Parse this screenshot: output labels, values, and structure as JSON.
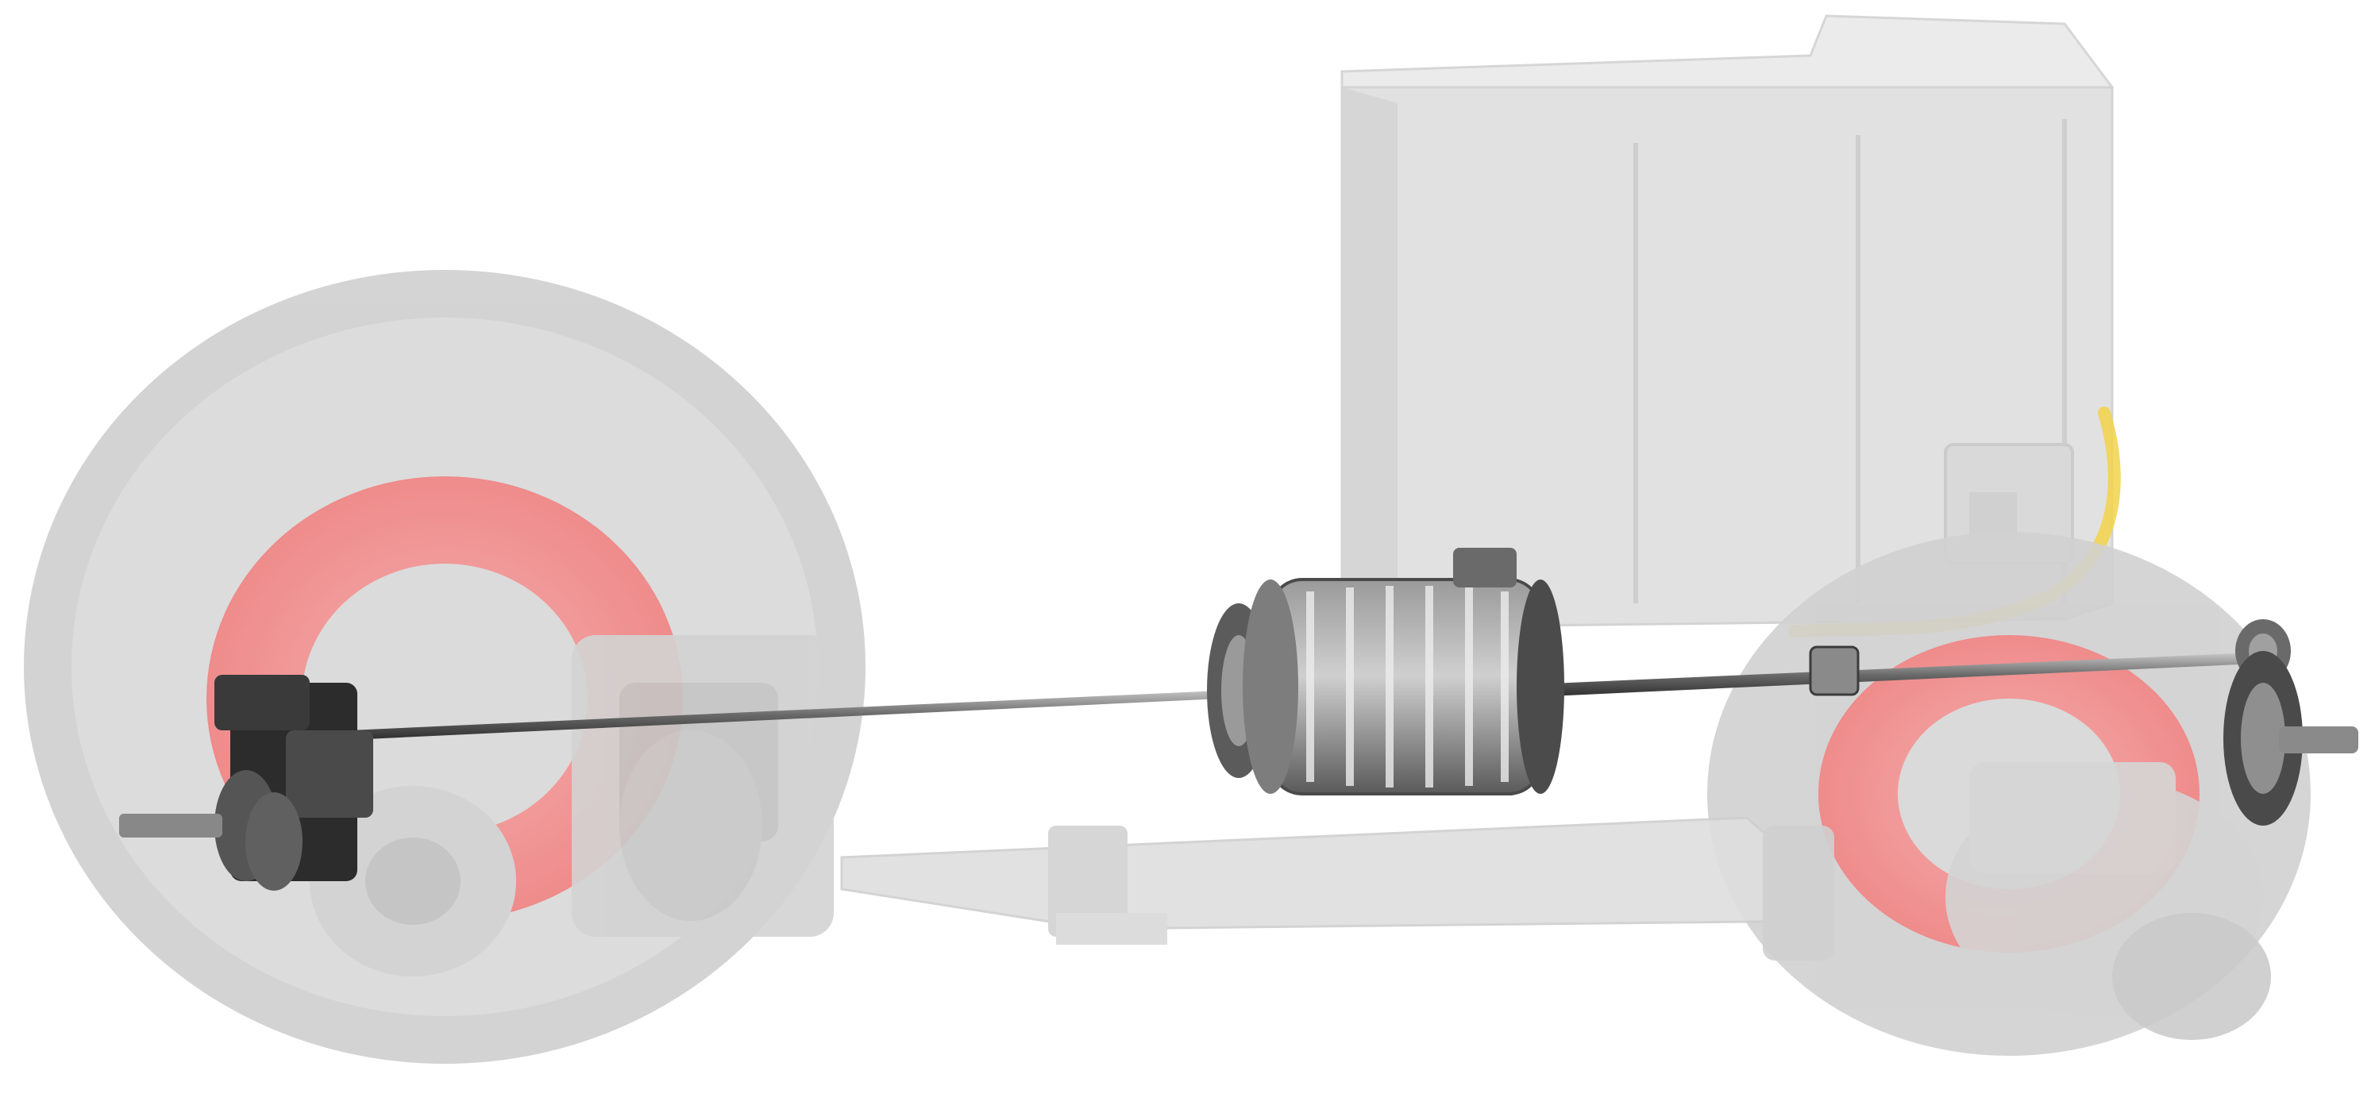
{
  "scene": {
    "background_color": "#ffffff",
    "colors": {
      "ghost_gray": "#d6d6d6",
      "ghost_gray_dark": "#bdbdbd",
      "ghost_gray_light": "#e6e6e6",
      "tire": "#c9c9c9",
      "rim_red": "#f08a8a",
      "rim_red_dark": "#e06a6a",
      "yellow_pipe": "#f2d24a",
      "steel": "#6f6f6f",
      "steel_dark": "#3a3a3a",
      "steel_light": "#a9a9a9",
      "gearbox_black": "#2c2c2c"
    },
    "parts": [
      "rear-left-tire",
      "rear-right-tire",
      "battery-housing",
      "electric-motor",
      "drive-shaft",
      "left-gearbox",
      "right-gearbox",
      "front-axle",
      "yellow-cable"
    ]
  }
}
